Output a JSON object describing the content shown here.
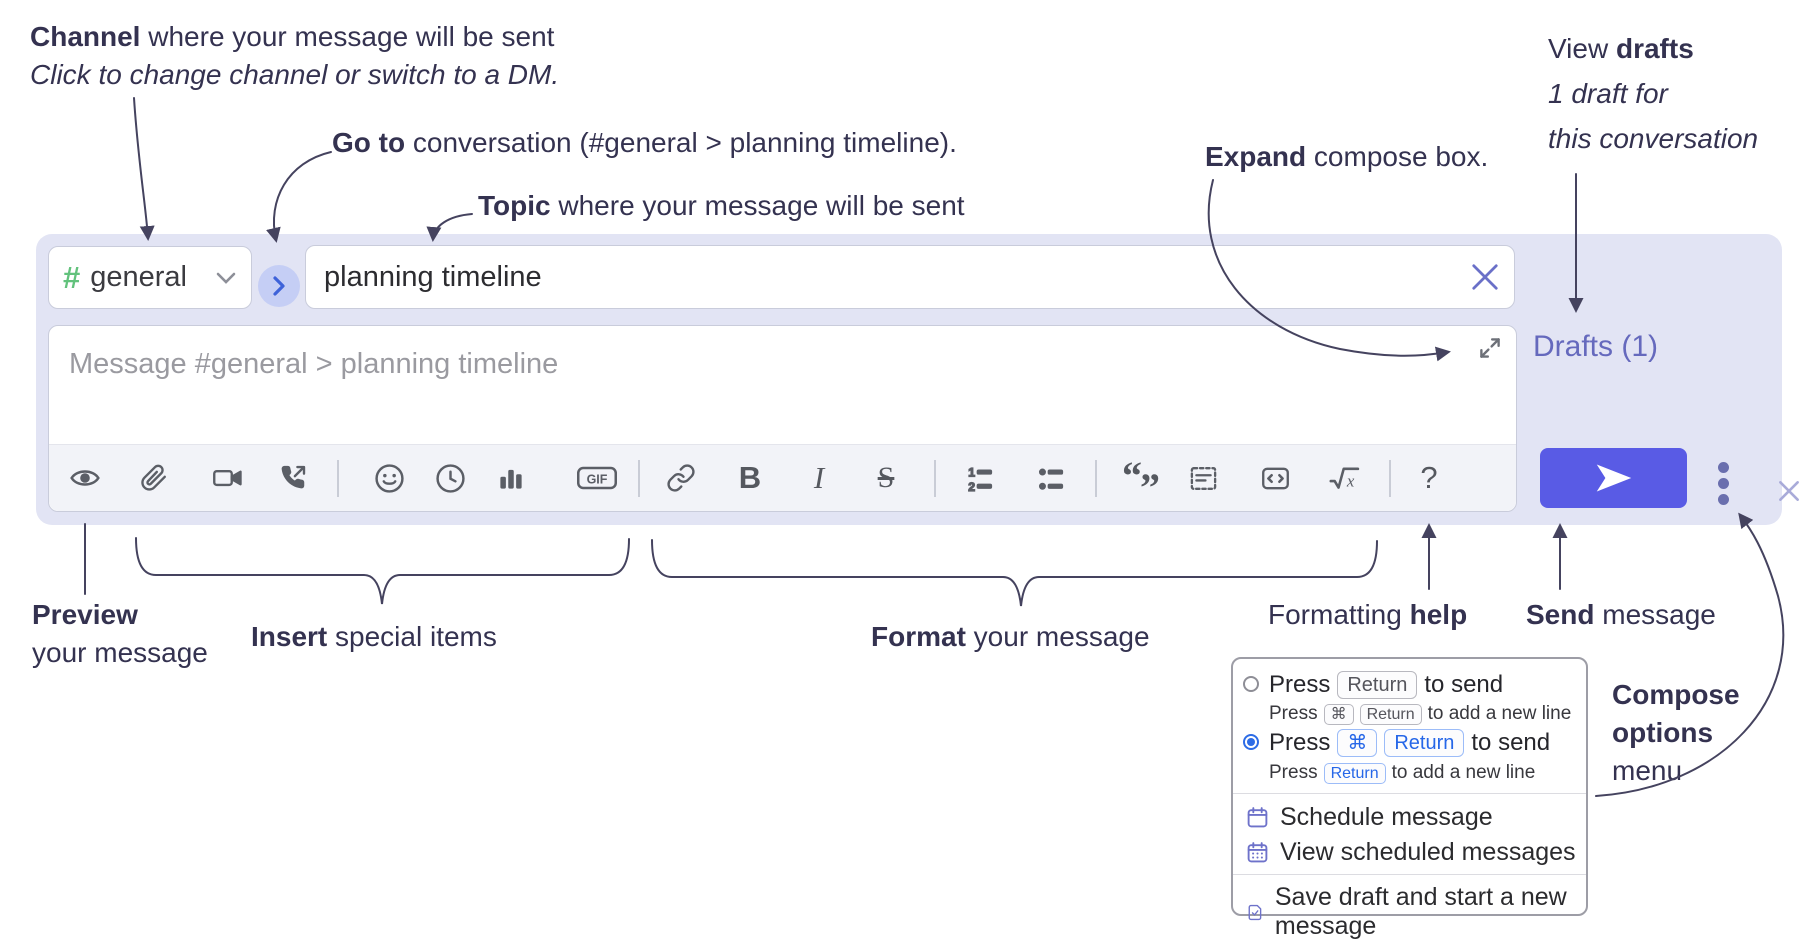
{
  "annotations": {
    "channel": {
      "bold": "Channel",
      "rest": " where your message will be sent",
      "line2": "Click to change channel or switch to a DM."
    },
    "goto": {
      "bold": "Go to",
      "rest": " conversation (#general > planning timeline)."
    },
    "topic": {
      "bold": "Topic",
      "rest": " where your message will be sent"
    },
    "expand": {
      "bold": "Expand",
      "rest": " compose box."
    },
    "view_drafts": {
      "pre": "View ",
      "bold": "drafts",
      "line2": "1 draft for",
      "line3": "this conversation"
    },
    "preview": {
      "bold": "Preview",
      "line2": "your message"
    },
    "insert": {
      "bold": "Insert",
      "rest": " special items"
    },
    "format": {
      "bold": "Format",
      "rest": " your message"
    },
    "help": {
      "pre": "Formatting ",
      "bold": "help"
    },
    "send": {
      "bold": "Send",
      "rest": " message"
    },
    "compose_options": {
      "line1": "Compose",
      "line2": "options",
      "line3": "menu"
    }
  },
  "compose": {
    "channel": {
      "hash": "#",
      "name": "general"
    },
    "topic": {
      "value": "planning timeline"
    },
    "message": {
      "placeholder": "Message #general > planning timeline"
    },
    "drafts_label": "Drafts (1)",
    "toolbar": {
      "gif": "GIF",
      "bold": "B",
      "italic": "I",
      "strike": "S",
      "quote_open": "“",
      "quote_close": "”",
      "math_x": "x",
      "help": "?"
    },
    "colors": {
      "accent_send": "#595be5",
      "container_bg": "#e2e4f4",
      "drafts_link": "#6569bd",
      "channel_hash_green": "#62c27c"
    }
  },
  "menu": {
    "option_return": {
      "press": "Press",
      "key": "Return",
      "to_send": "to send",
      "sub": {
        "press": "Press",
        "key_cmd": "⌘",
        "key_return": "Return",
        "rest": "to add a new line"
      }
    },
    "option_cmd_return": {
      "press": "Press",
      "key_cmd": "⌘",
      "key_return": "Return",
      "to_send": "to send",
      "sub": {
        "press": "Press",
        "key": "Return",
        "rest": "to add a new line"
      }
    },
    "items": [
      {
        "label": "Schedule message"
      },
      {
        "label": "View scheduled messages"
      },
      {
        "label": "Save draft and start a new message"
      }
    ]
  }
}
